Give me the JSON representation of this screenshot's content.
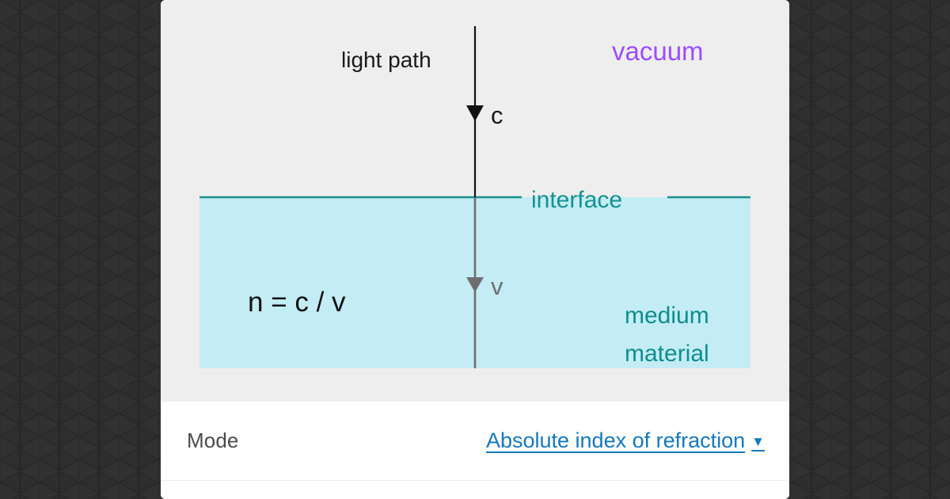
{
  "page": {
    "background_pattern": "isometric-cubes",
    "background_color": "#2e2e2e",
    "card_background": "#ffffff"
  },
  "diagram": {
    "background_color": "#efeeee",
    "medium_fill": "#c3ecf5",
    "interface_color": "#16918f",
    "vacuum_color": "#9b4dff",
    "ray_color_vacuum": "#121212",
    "ray_color_medium": "#6e6e6e",
    "labels": {
      "light_path": "light path",
      "vacuum": "vacuum",
      "speed_vacuum": "c",
      "interface": "interface",
      "formula": "n = c / v",
      "speed_medium": "v",
      "medium_line1": "medium",
      "medium_line2": "material"
    }
  },
  "controls": {
    "rows": [
      {
        "label": "Mode",
        "value": "Absolute index of refraction",
        "caret": "▼",
        "link_color": "#1479bd"
      }
    ]
  }
}
